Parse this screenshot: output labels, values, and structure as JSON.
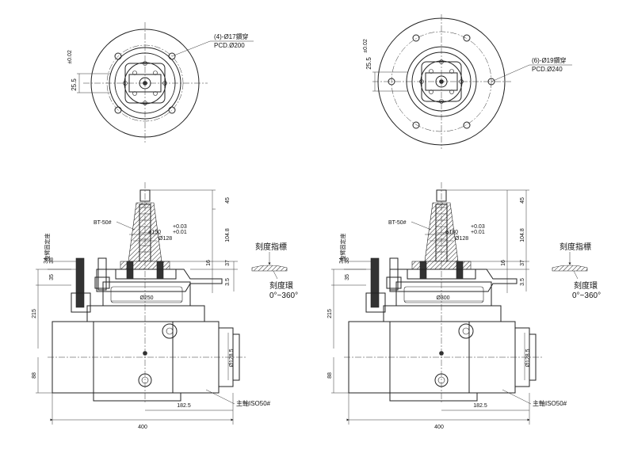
{
  "left": {
    "top_view": {
      "hole_note": "(4)-Ø17鑽穿",
      "pcd": "PCD.Ø200",
      "key_dim": "25.5",
      "key_tol": "±0.02"
    },
    "side_view": {
      "tool": "BT-50#",
      "tol_upper": "+0.03",
      "tol_lower": "+0.01",
      "bore_dim": "ø150",
      "inner_dim": "Ø128",
      "flange_dim": "Ø250",
      "spindle_dim": "Ø128.5",
      "v45": "45",
      "v1048": "104.8",
      "v16": "16",
      "v37": "37",
      "v35r": "3.5",
      "v34": "34",
      "v38": "38",
      "v35": "35",
      "v215": "215",
      "v88": "88",
      "v1825": "182.5",
      "v400": "400",
      "vertical_label": "旋臂固定座",
      "spindle_note": "主軸ISO50#"
    },
    "scale": {
      "pointer": "刻度指標",
      "ring": "刻度環",
      "range": "0°~360°"
    }
  },
  "right": {
    "top_view": {
      "hole_note": "(6)-Ø19鑽穿",
      "pcd": "PCD.Ø240",
      "key_dim": "25.5",
      "key_tol": "±0.02"
    },
    "side_view": {
      "tool": "BT-50#",
      "tol_upper": "+0.03",
      "tol_lower": "+0.01",
      "bore_dim": "ø180",
      "inner_dim": "Ø128",
      "flange_dim": "Ø300",
      "spindle_dim": "Ø128.5",
      "v45": "45",
      "v1048": "104.8",
      "v16": "16",
      "v37": "37",
      "v35r": "3.5",
      "v34": "34",
      "v38": "38",
      "v35": "35",
      "v215": "215",
      "v88": "88",
      "v1825": "182.5",
      "v400": "400",
      "vertical_label": "旋臂固定座",
      "spindle_note": "主軸ISO50#"
    },
    "scale": {
      "pointer": "刻度指標",
      "ring": "刻度環",
      "range": "0°~360°"
    }
  }
}
